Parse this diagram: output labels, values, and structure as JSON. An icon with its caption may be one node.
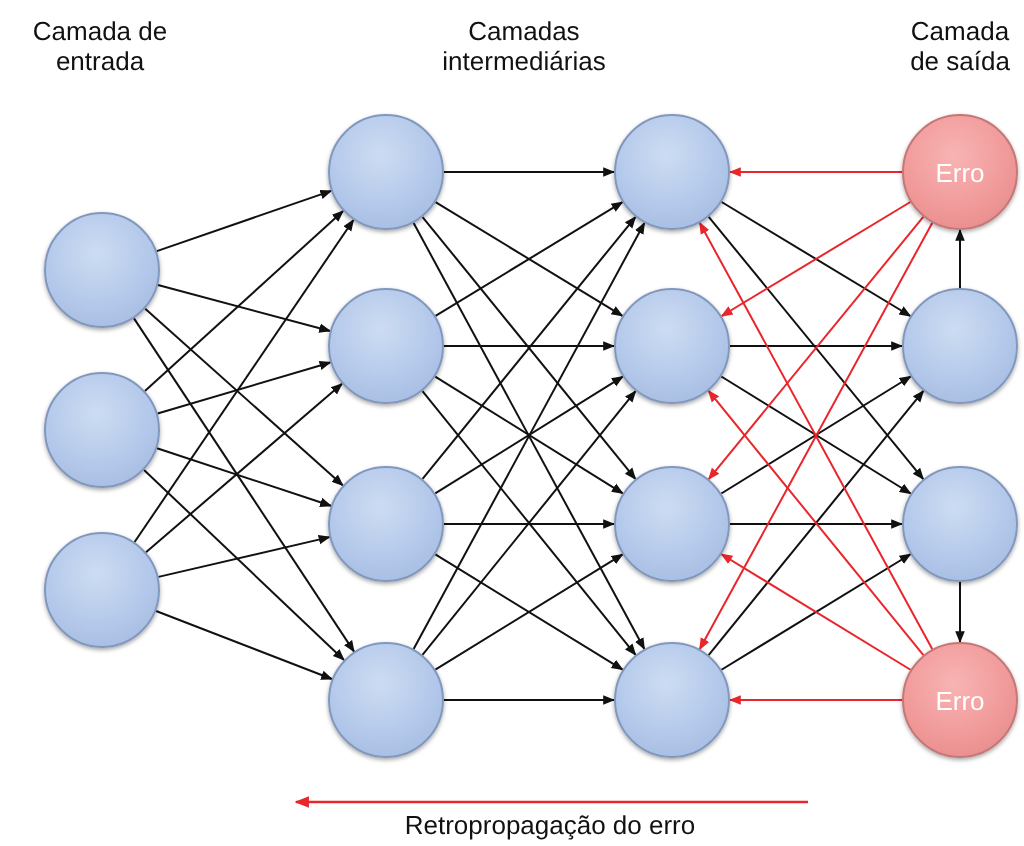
{
  "diagram": {
    "nodes": [
      {
        "text": [],
        "shape": "circle"
      },
      {
        "text": [],
        "shape": "circle"
      },
      {
        "text": [],
        "shape": "circle"
      },
      {
        "text": [],
        "shape": "circle"
      },
      {
        "text": [],
        "shape": "circle"
      },
      {
        "text": [],
        "shape": "circle"
      },
      {
        "text": [],
        "shape": "circle"
      },
      {
        "text": [],
        "shape": "circle"
      },
      {
        "text": [],
        "shape": "circle"
      },
      {
        "text": [],
        "shape": "circle"
      },
      {
        "text": [],
        "shape": "circle"
      },
      {
        "text": [
          "Erro"
        ]
      },
      {
        "text": [],
        "shape": "circle"
      },
      {
        "text": [],
        "shape": "circle"
      },
      {
        "text": [
          "Erro"
        ]
      }
    ],
    "edges": [
      {
        "from": 0,
        "to": 3,
        "arrow": "to"
      },
      {
        "from": 0,
        "to": 4,
        "arrow": "to"
      },
      {
        "from": 0,
        "to": 5,
        "arrow": "to"
      },
      {
        "from": 0,
        "to": 6,
        "arrow": "to"
      },
      {
        "from": 1,
        "to": 3,
        "arrow": "to"
      },
      {
        "from": 1,
        "to": 4,
        "arrow": "to"
      },
      {
        "from": 1,
        "to": 5,
        "arrow": "to"
      },
      {
        "from": 1,
        "to": 6,
        "arrow": "to"
      },
      {
        "from": 2,
        "to": 3,
        "arrow": "to"
      },
      {
        "from": 2,
        "to": 4,
        "arrow": "to"
      },
      {
        "from": 2,
        "to": 5,
        "arrow": "to"
      },
      {
        "from": 2,
        "to": 6,
        "arrow": "to"
      },
      {
        "from": 3,
        "to": 7,
        "arrow": "to"
      },
      {
        "from": 3,
        "to": 8,
        "arrow": "to"
      },
      {
        "from": 3,
        "to": 9,
        "arrow": "to"
      },
      {
        "from": 3,
        "to": 10,
        "arrow": "to"
      },
      {
        "from": 4,
        "to": 7,
        "arrow": "to"
      },
      {
        "from": 4,
        "to": 8,
        "arrow": "to"
      },
      {
        "from": 4,
        "to": 9,
        "arrow": "to"
      },
      {
        "from": 4,
        "to": 10,
        "arrow": "to"
      },
      {
        "from": 5,
        "to": 7,
        "arrow": "to"
      },
      {
        "from": 5,
        "to": 8,
        "arrow": "to"
      },
      {
        "from": 5,
        "to": 9,
        "arrow": "to"
      },
      {
        "from": 5,
        "to": 10,
        "arrow": "to"
      },
      {
        "from": 6,
        "to": 7,
        "arrow": "to"
      },
      {
        "from": 6,
        "to": 8,
        "arrow": "to"
      },
      {
        "from": 6,
        "to": 9,
        "arrow": "to"
      },
      {
        "from": 6,
        "to": 10,
        "arrow": "to"
      },
      {
        "from": 7,
        "to": 12,
        "arrow": "to"
      },
      {
        "from": 7,
        "to": 13,
        "arrow": "to"
      },
      {
        "from": 8,
        "to": 12,
        "arrow": "to"
      },
      {
        "from": 8,
        "to": 13,
        "arrow": "to"
      },
      {
        "from": 9,
        "to": 12,
        "arrow": "to"
      },
      {
        "from": 9,
        "to": 13,
        "arrow": "to"
      },
      {
        "from": 10,
        "to": 12,
        "arrow": "to"
      },
      {
        "from": 10,
        "to": 13,
        "arrow": "to"
      },
      {
        "from": 11,
        "to": 7,
        "arrow": "to",
        "color": "#e8262b"
      },
      {
        "from": 11,
        "to": 8,
        "arrow": "to",
        "color": "#e8262b"
      },
      {
        "from": 11,
        "to": 9,
        "arrow": "to",
        "color": "#e8262b"
      },
      {
        "from": 11,
        "to": 10,
        "arrow": "to",
        "color": "#e8262b"
      },
      {
        "from": 14,
        "to": 7,
        "arrow": "to",
        "color": "#e8262b"
      },
      {
        "from": 14,
        "to": 8,
        "arrow": "to",
        "color": "#e8262b"
      },
      {
        "from": 14,
        "to": 9,
        "arrow": "to",
        "color": "#e8262b"
      },
      {
        "from": 14,
        "to": 10,
        "arrow": "to",
        "color": "#e8262b"
      },
      {
        "from": 12,
        "to": 11,
        "arrow": "to"
      },
      {
        "from": 13,
        "to": 14,
        "arrow": "to"
      }
    ],
    "labels": [
      "Camada de entrada",
      "Camadas intermediárias",
      "Camada de saída",
      "Retropropagação do erro"
    ]
  }
}
